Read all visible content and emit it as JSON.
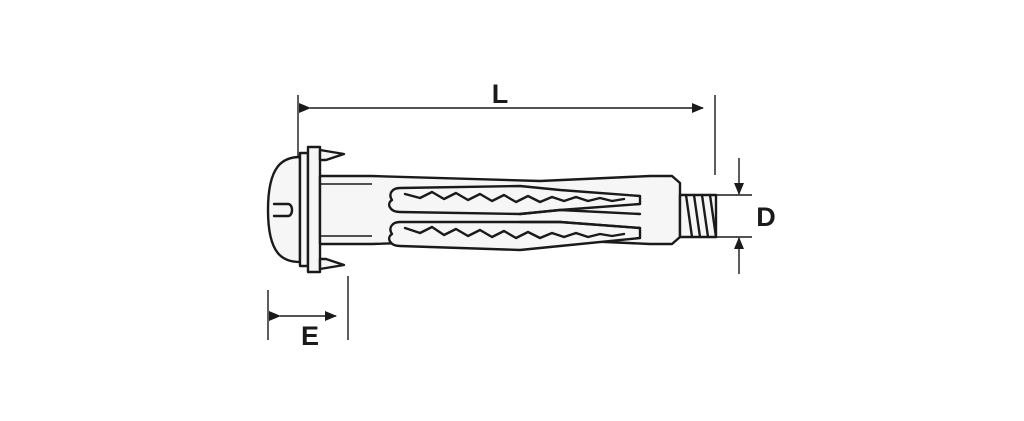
{
  "diagram": {
    "dimensions": {
      "length": "L",
      "diameter": "D",
      "collar": "E"
    },
    "colors": {
      "line": "#1a1a1a",
      "background": "#ffffff"
    }
  }
}
